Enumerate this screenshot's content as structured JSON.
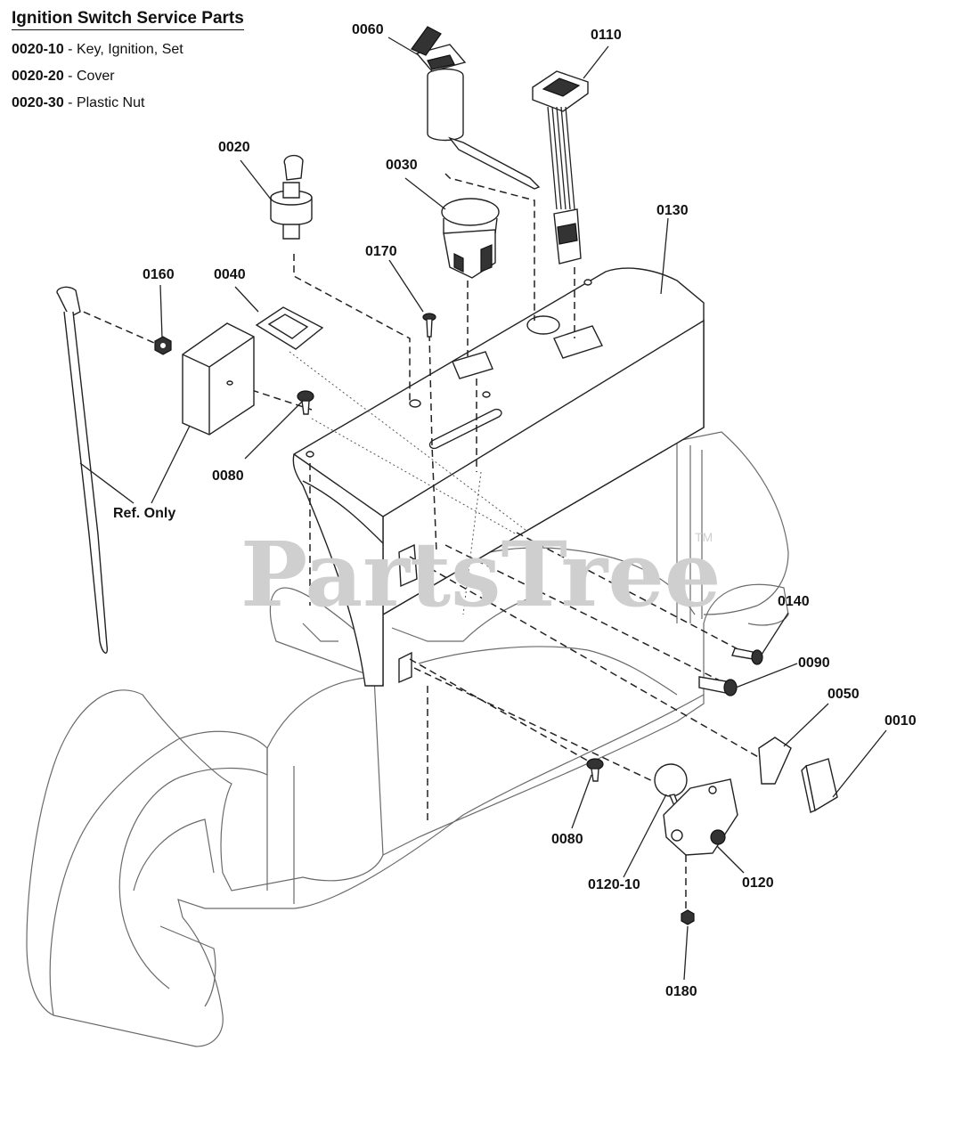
{
  "legend": {
    "title": "Ignition Switch Service Parts",
    "items": [
      {
        "number": "0020-10",
        "separator": " - ",
        "description": "Key, Ignition, Set"
      },
      {
        "number": "0020-20",
        "separator": " - ",
        "description": "Cover"
      },
      {
        "number": "0020-30",
        "separator": " - ",
        "description": "Plastic Nut"
      }
    ]
  },
  "callouts": {
    "c0060": "0060",
    "c0110": "0110",
    "c0020": "0020",
    "c0030": "0030",
    "c0130": "0130",
    "c0170": "0170",
    "c0160": "0160",
    "c0040": "0040",
    "c0080a": "0080",
    "c0080b": "0080",
    "c_ref": "Ref. Only",
    "c0140": "0140",
    "c0090": "0090",
    "c0050": "0050",
    "c0010": "0010",
    "c0120_10": "0120-10",
    "c0120": "0120",
    "c0180": "0180"
  },
  "watermark": {
    "text": "PartsTree",
    "tm": "TM"
  }
}
